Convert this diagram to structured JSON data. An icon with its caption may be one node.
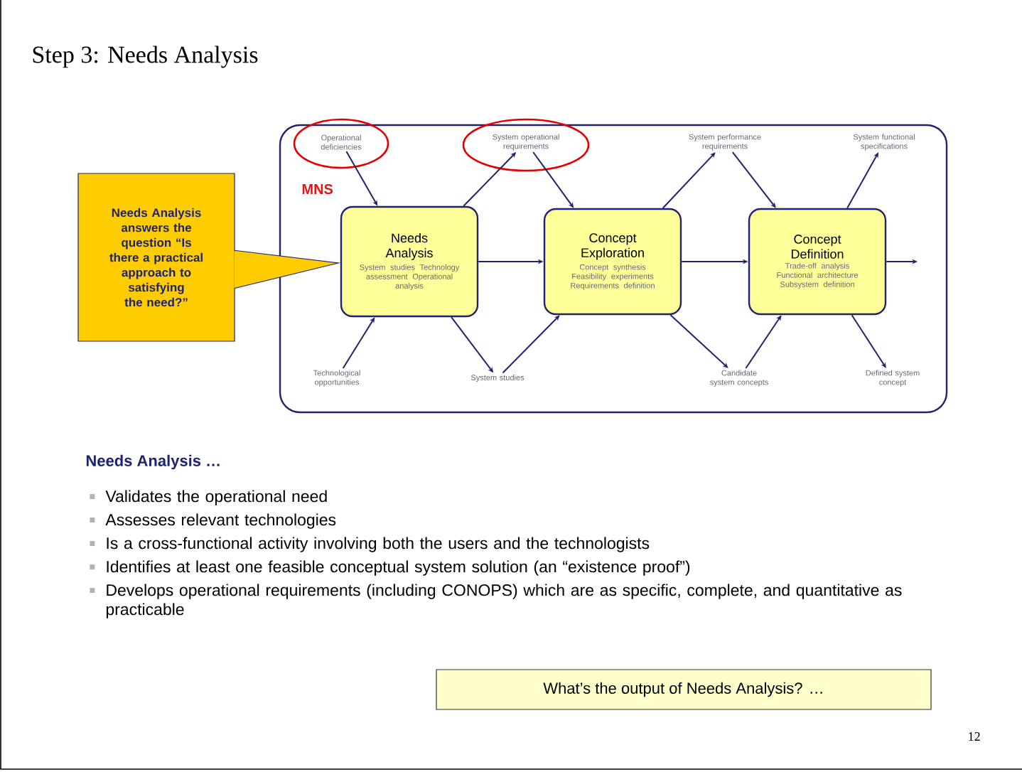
{
  "diagram": {
    "title": "Step 3: Needs Analysis",
    "nodes": [
      {
        "text": [],
        "shape": "box"
      },
      {
        "text": [
          "Operational deficiencies"
        ],
        "in": 0
      },
      {
        "text": [
          "System operational requirements"
        ],
        "in": 0
      },
      {
        "text": [
          "System performance requirements"
        ],
        "in": 0
      },
      {
        "text": [
          "System functional specifications"
        ],
        "in": 0
      },
      {
        "text": [
          "Needs Analysis",
          "System studies Technology assessment Operational analysis"
        ],
        "in": 0
      },
      {
        "text": [
          "Concept Exploration",
          "Concept synthesis Feasibility experiments Requirements definition"
        ],
        "in": 0
      },
      {
        "text": [
          "Concept Definition",
          "Trade-off analysis Functional architecture Subsystem definition"
        ],
        "in": 0
      },
      {
        "text": [
          "Technological opportunities"
        ],
        "in": 0
      },
      {
        "text": [
          "System studies"
        ],
        "in": 0
      },
      {
        "text": [
          "Candidate system concepts"
        ],
        "in": 0
      },
      {
        "text": [
          "Defined system concept"
        ],
        "in": 0
      },
      {
        "text": [
          "Needs Analysis answers the question “Is there a practical approach to satisfying the need?”"
        ]
      },
      {
        "text": [
          "What’s the output of Needs Analysis? …"
        ]
      }
    ],
    "edges": [
      {
        "from": 1,
        "to": 5,
        "arrow": "to"
      },
      {
        "from": 5,
        "to": 2,
        "arrow": "to"
      },
      {
        "from": 2,
        "to": 6,
        "arrow": "to"
      },
      {
        "from": 6,
        "to": 3,
        "arrow": "to"
      },
      {
        "from": 3,
        "to": 7,
        "arrow": "to"
      },
      {
        "from": 7,
        "to": 4,
        "arrow": "to"
      },
      {
        "from": 8,
        "to": 5,
        "arrow": "to"
      },
      {
        "from": 5,
        "to": 9,
        "arrow": "to"
      },
      {
        "from": 9,
        "to": 6,
        "arrow": "to"
      },
      {
        "from": 6,
        "to": 10,
        "arrow": "to"
      },
      {
        "from": 10,
        "to": 7,
        "arrow": "to"
      },
      {
        "from": 7,
        "to": 11,
        "arrow": "to"
      },
      {
        "from": 5,
        "to": 6,
        "arrow": "to"
      },
      {
        "from": 6,
        "to": 7,
        "arrow": "to"
      },
      {
        "from": 7,
        "to": null,
        "arrow": "to"
      }
    ],
    "labels": [
      "MNS",
      "Needs Analysis …",
      "Validates the operational need",
      "Assesses relevant technologies",
      "Is a cross-functional activity involving both the users and the technologists",
      "Identifies at least one feasible conceptual system solution (an “existence proof”)",
      "Develops operational requirements (including CONOPS) which are as specific, complete, and quantitative as practicable",
      "12"
    ]
  }
}
